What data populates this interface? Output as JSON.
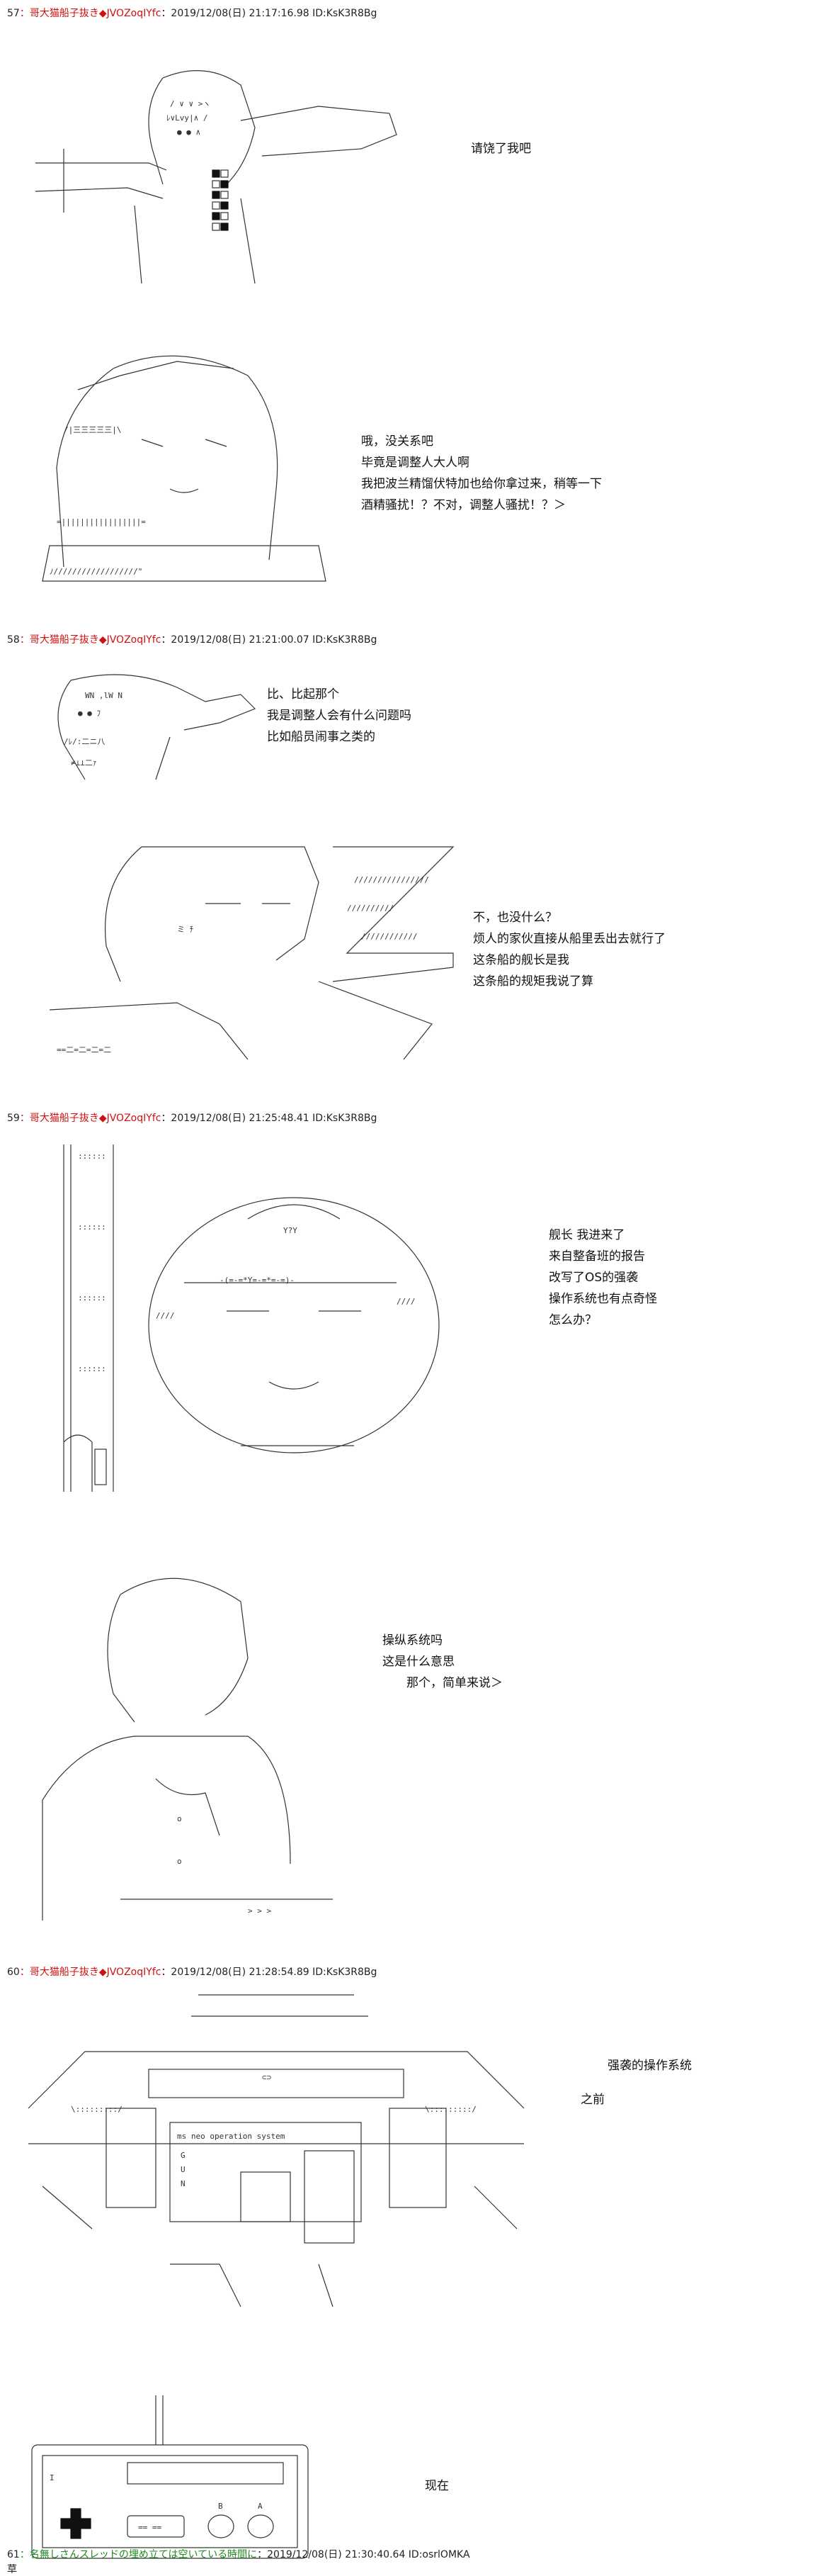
{
  "posts": [
    {
      "number": "57",
      "name": "：哥大猫船子抜き",
      "trip": "◆JVOZoqIYfc",
      "meta": "：2019/12/08(日) 21:17:16.98 ID:KsK3R8Bg",
      "panels": [
        {
          "lines": "请饶了我吧"
        },
        {
          "lines": "哦，没关系吧\n毕竟是调整人大人啊\n我把波兰精馏伏特加也给你拿过来，稍等一下\n酒精骚扰！？不对，调整人骚扰！？＞"
        }
      ]
    },
    {
      "number": "58",
      "name": "：哥大猫船子抜き",
      "trip": "◆JVOZoqIYfc",
      "meta": "：2019/12/08(日) 21:21:00.07 ID:KsK3R8Bg",
      "panels": [
        {
          "lines": "比、比起那个\n我是调整人会有什么问题吗\n比如船员闹事之类的"
        },
        {
          "lines": "不，也没什么？\n烦人的家伙直接从船里丢出去就行了\n这条船的舰长是我\n这条船的规矩我说了算"
        }
      ]
    },
    {
      "number": "59",
      "name": "：哥大猫船子抜き",
      "trip": "◆JVOZoqIYfc",
      "meta": "：2019/12/08(日) 21:25:48.41 ID:KsK3R8Bg",
      "panels": [
        {
          "lines": "舰长 我进来了\n来自整备班的报告\n改写了OS的强袭\n操作系统也有点奇怪\n怎么办？"
        },
        {
          "lines": "操纵系统吗\n这是什么意思\n　　那个，简单来说＞"
        }
      ]
    },
    {
      "number": "60",
      "name": "：哥大猫船子抜き",
      "trip": "◆JVOZoqIYfc",
      "meta": "：2019/12/08(日) 21:28:54.89 ID:KsK3R8Bg",
      "panels": [
        {
          "lines": "强袭的操作系统"
        },
        {
          "lines": "之前"
        },
        {
          "lines": "现在"
        }
      ],
      "screen_text": "ms neo operation system",
      "screen_letters": [
        "G",
        "U",
        "N"
      ],
      "controller_buttons": [
        "B",
        "A"
      ],
      "controller_label": "I"
    },
    {
      "number": "61",
      "name": "：名無しさんスレッドの埋め立ては空いている時間に",
      "meta": "：2019/12/08(日) 21:30:40.64 ID:osrlOMKA",
      "panels": [
        {
          "lines": "草"
        }
      ]
    }
  ]
}
